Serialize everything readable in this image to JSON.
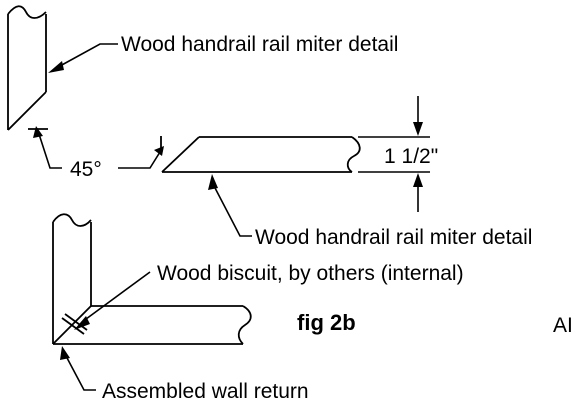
{
  "labels": {
    "miter_detail_top": "Wood handrail rail miter detail",
    "angle": "45°",
    "dimension": "1 1/2\"",
    "miter_detail_bottom": "Wood handrail rail miter detail",
    "biscuit": "Wood biscuit, by others (internal)",
    "figure": "fig 2b",
    "corner_tag": "AI",
    "assembled": "Assembled wall return"
  }
}
